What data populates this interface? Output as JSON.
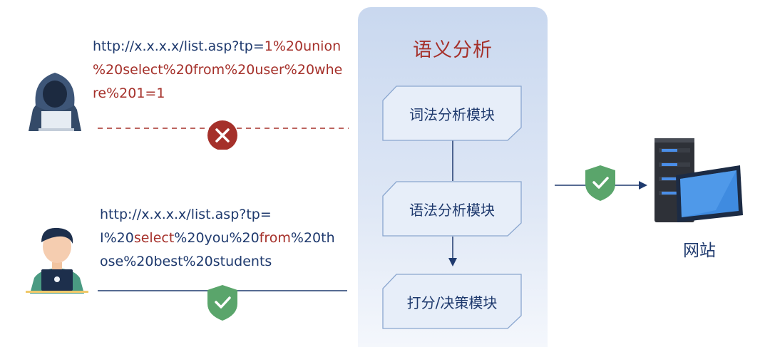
{
  "attacker": {
    "url_prefix": "http://x.x.x.x/list.asp?tp=",
    "url_red_1": "1%20union",
    "url_red_2": "%20select%20from%20user%20whe",
    "url_red_3": "re%201=1",
    "status_icon": "x-circle-icon"
  },
  "user": {
    "url_line1": "http://x.x.x.x/list.asp?tp=",
    "url_l2_a": "I%20",
    "url_l2_b": "select",
    "url_l2_c": "%20you%20",
    "url_l2_d": "from",
    "url_l2_e": "%20th",
    "url_line3": "ose%20best%20students",
    "status_icon": "shield-check-icon"
  },
  "panel": {
    "title": "语义分析",
    "modules": [
      "词法分析模块",
      "语法分析模块",
      "打分/决策模块"
    ]
  },
  "output": {
    "status_icon": "shield-check-icon",
    "site_label": "网站"
  },
  "colors": {
    "navy": "#1f3a6e",
    "red": "#a5302a",
    "green": "#5aa56b"
  }
}
